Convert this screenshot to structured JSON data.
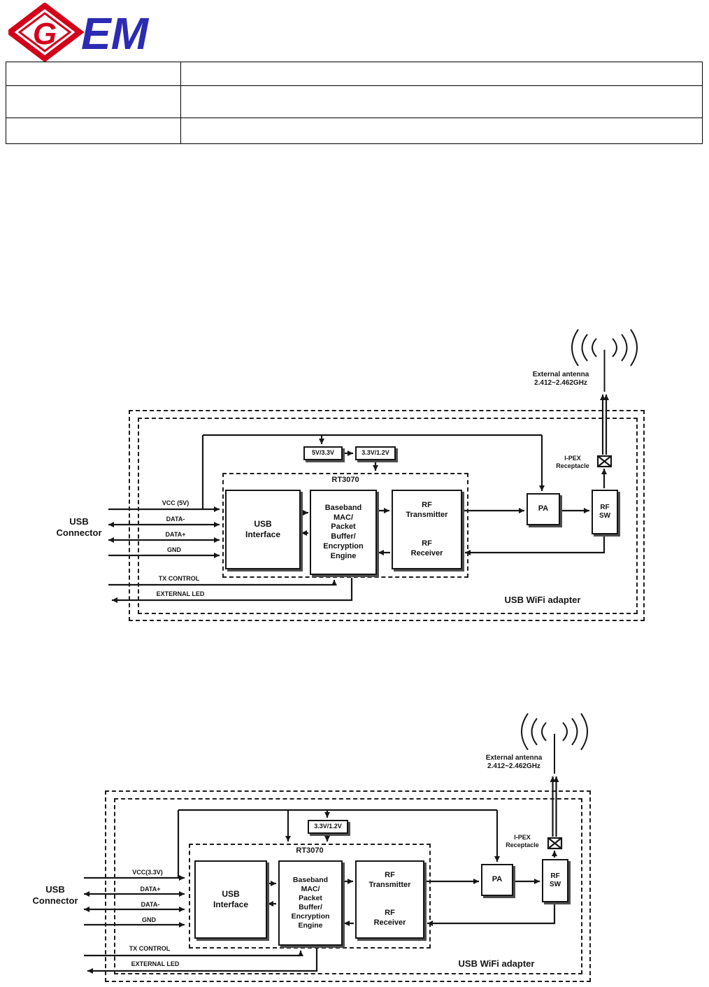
{
  "logo": {
    "g": "G",
    "em": "EM"
  },
  "table": {
    "rows": [
      {
        "left": "",
        "right": ""
      },
      {
        "left": "",
        "right": ""
      },
      {
        "left": "",
        "right": ""
      }
    ]
  },
  "diagram1": {
    "antenna_label": "External antenna\n2.412~2.462GHz",
    "ipex_label": "I-PEX\nReceptacle",
    "regulator1": "5V/3.3V",
    "regulator2": "3.3V/1.2V",
    "chip_label": "RT3070",
    "usb_interface": "USB\nInterface",
    "baseband": "Baseband\nMAC/\nPacket\nBuffer/\nEncryption\nEngine",
    "rf_transmitter": "RF\nTransmitter",
    "rf_receiver": "RF\nReceiver",
    "pa": "PA",
    "rf_switch": "RF\nSW",
    "usb_connector": "USB\nConnector",
    "sig_vcc": "VCC (5V)",
    "sig_data_minus": "DATA-",
    "sig_data_plus": "DATA+",
    "sig_gnd": "GND",
    "sig_tx_control": "TX CONTROL",
    "sig_external_led": "EXTERNAL LED",
    "adapter_label": "USB WiFi adapter"
  },
  "diagram2": {
    "antenna_label": "External antenna\n2.412~2.462GHz",
    "ipex_label": "I-PEX\nReceptacle",
    "regulator1": "3.3V/1.2V",
    "chip_label": "RT3070",
    "usb_interface": "USB\nInterface",
    "baseband": "Baseband\nMAC/\nPacket\nBuffer/\nEncryption\nEngine",
    "rf_transmitter": "RF\nTransmitter",
    "rf_receiver": "RF\nReceiver",
    "pa": "PA",
    "rf_switch": "RF\nSW",
    "usb_connector": "USB\nConnector",
    "sig_vcc": "VCC(3.3V)",
    "sig_data_plus": "DATA+",
    "sig_data_minus": "DATA-",
    "sig_gnd": "GND",
    "sig_tx_control": "TX CONTROL",
    "sig_external_led": "EXTERNAL LED",
    "adapter_label": "USB WiFi adapter"
  }
}
